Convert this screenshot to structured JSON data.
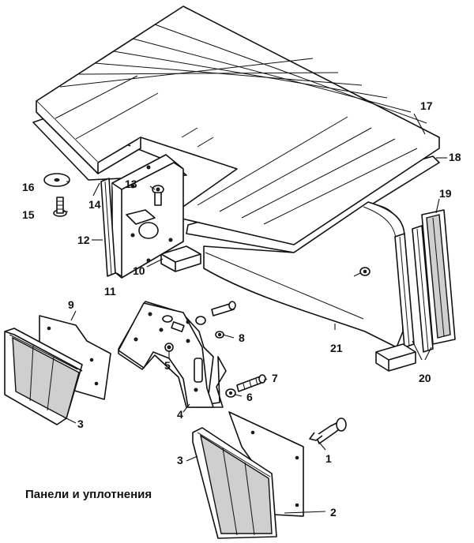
{
  "caption": "Панели и уплотнения",
  "callouts": {
    "c1": "1",
    "c2": "2",
    "c3a": "3",
    "c3b": "3",
    "c4": "4",
    "c5": "5",
    "c6": "6",
    "c7": "7",
    "c8": "8",
    "c9": "9",
    "c10": "10",
    "c11": "11",
    "c12": "12",
    "c13": "13",
    "c14": "14",
    "c15": "15",
    "c16": "16",
    "c17": "17",
    "c18": "18",
    "c19": "19",
    "c20": "20",
    "c21": "21"
  }
}
